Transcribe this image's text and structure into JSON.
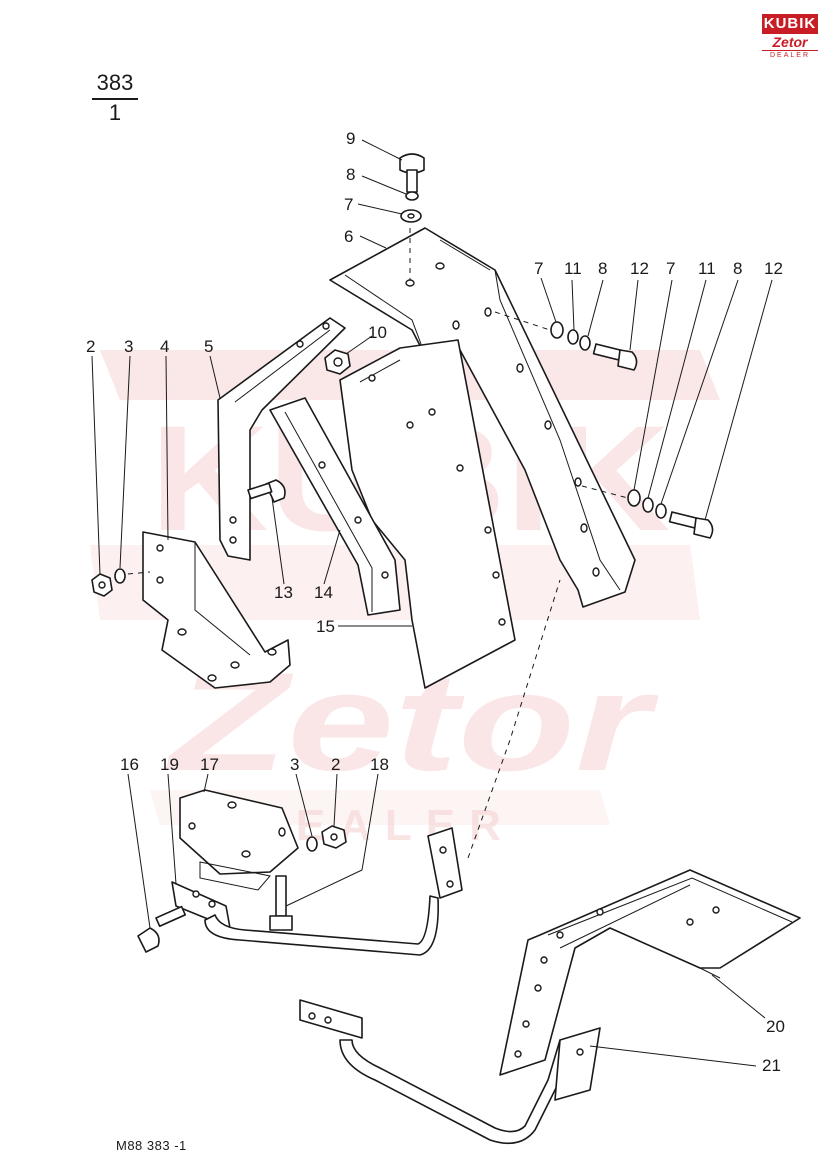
{
  "document": {
    "group_number": "383",
    "sheet_number": "1",
    "footer_code": "M88   383 -1"
  },
  "brand": {
    "logo_top": "KUBIK",
    "logo_mid": "Zetor",
    "logo_bottom": "DEALER",
    "watermark_top": "KUBIK",
    "watermark_mid": "Zetor",
    "watermark_bottom": "DEALER",
    "accent_color": "#c81d25",
    "watermark_color": "#f6d3d3"
  },
  "callouts": {
    "c9": "9",
    "c8a": "8",
    "c7a": "7",
    "c6": "6",
    "c7b": "7",
    "c11a": "11",
    "c8b": "8",
    "c12a": "12",
    "c7c": "7",
    "c11b": "11",
    "c8c": "8",
    "c12b": "12",
    "c10": "10",
    "c2a": "2",
    "c3a": "3",
    "c4": "4",
    "c5": "5",
    "c13": "13",
    "c14": "14",
    "c15": "15",
    "c16": "16",
    "c19": "19",
    "c17": "17",
    "c3b": "3",
    "c2b": "2",
    "c18": "18",
    "c20": "20",
    "c21": "21"
  }
}
